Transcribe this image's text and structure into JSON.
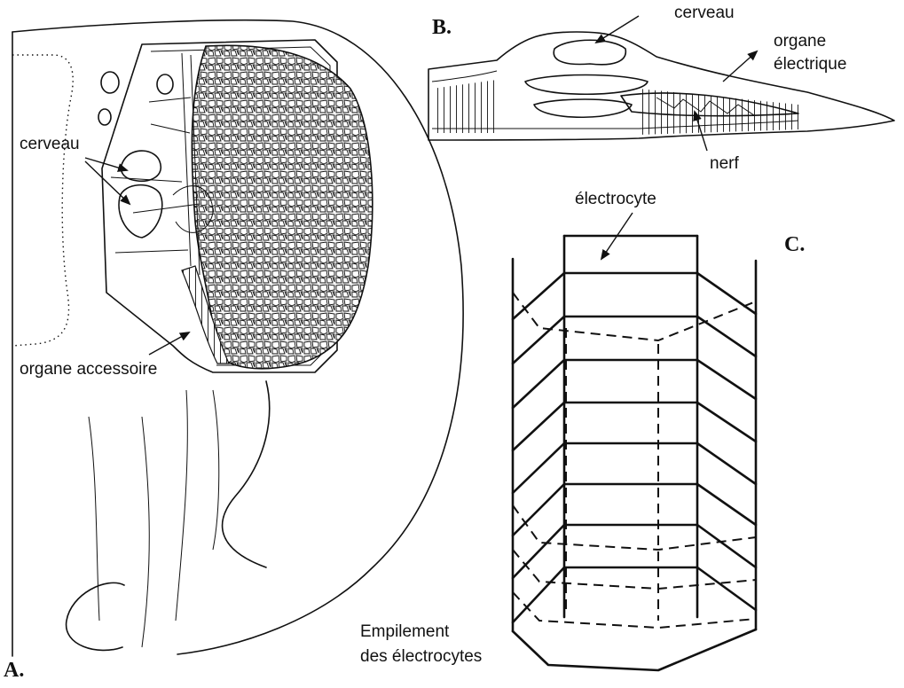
{
  "panels": {
    "a": "A.",
    "b": "B.",
    "c": "C."
  },
  "labels": {
    "a_cerveau": "cerveau",
    "a_organe_accessoire": "organe accessoire",
    "b_cerveau": "cerveau",
    "b_organe_line1": "organe",
    "b_organe_line2": "électrique",
    "b_nerf": "nerf",
    "c_electrocyte": "électrocyte",
    "c_empilement_line1": "Empilement",
    "c_empilement_line2": "des électrocytes"
  },
  "colors": {
    "ink": "#111111",
    "background": "#ffffff"
  }
}
